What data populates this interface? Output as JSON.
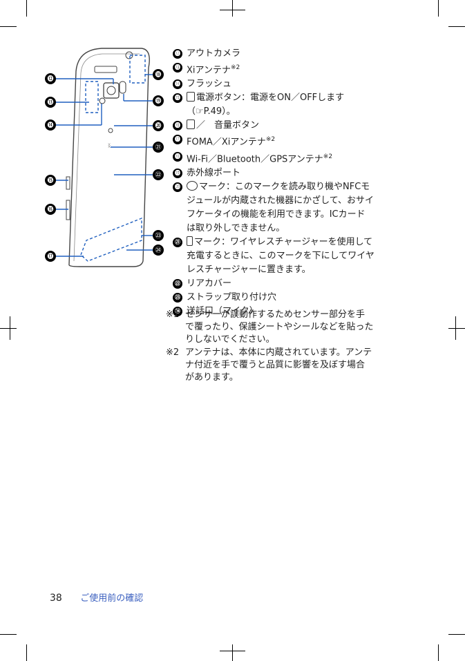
{
  "items": [
    {
      "num": "⓬",
      "text": "アウトカメラ"
    },
    {
      "num": "⓭",
      "text": "Xiアンテナ",
      "sup": "※2"
    },
    {
      "num": "⓮",
      "text": "フラッシュ"
    },
    {
      "num": "⓯",
      "icon": "power-key-icon",
      "lines": [
        "電源ボタン：電源をON／OFFします",
        "（☞P.49）。"
      ]
    },
    {
      "num": "⓰",
      "icon": "volume-keys-icon",
      "text": "／　音量ボタン"
    },
    {
      "num": "⓱",
      "text": "FOMA／Xiアンテナ",
      "sup": "※2"
    },
    {
      "num": "⓲",
      "text": "Wi-Fi／Bluetooth／GPSアンテナ",
      "sup": "※2"
    },
    {
      "num": "⓳",
      "text": "赤外線ポート"
    },
    {
      "num": "⓴",
      "icon": "felica-mark-icon",
      "lines": [
        "マーク：このマークを読み取り機やNFCモ",
        "ジュールが内蔵された機器にかざして、おサイ",
        "フケータイの機能を利用できます。ICカード",
        "は取り外しできません。"
      ]
    },
    {
      "num": "㉑",
      "icon": "wireless-charge-mark-icon",
      "lines": [
        "マーク：ワイヤレスチャージャーを使用して",
        "充電するときに、このマークを下にしてワイヤ",
        "レスチャージャーに置きます。"
      ]
    },
    {
      "num": "㉒",
      "text": "リアカバー"
    },
    {
      "num": "㉓",
      "text": "ストラップ取り付け穴"
    },
    {
      "num": "㉔",
      "text": "送話口（マイク）"
    }
  ],
  "notes": [
    {
      "mark": "※1",
      "lines": [
        "センサーが誤動作するためセンサー部分を手",
        "で覆ったり、保護シートやシールなどを貼った",
        "りしないでください。"
      ]
    },
    {
      "mark": "※2",
      "lines": [
        "アンテナは、本体に内蔵されています。アンテ",
        "ナ付近を手で覆うと品質に影響を及ぼす場合",
        "があります。"
      ]
    }
  ],
  "figure_callouts": {
    "left": [
      "⓬",
      "⓭",
      "⓮",
      "⓯",
      "⓰",
      "⓱"
    ],
    "right": [
      "⓲",
      "⓳",
      "⓴",
      "㉑",
      "㉒",
      "㉓",
      "㉔"
    ]
  },
  "footer": {
    "page": "38",
    "title": "ご使用前の確認"
  }
}
